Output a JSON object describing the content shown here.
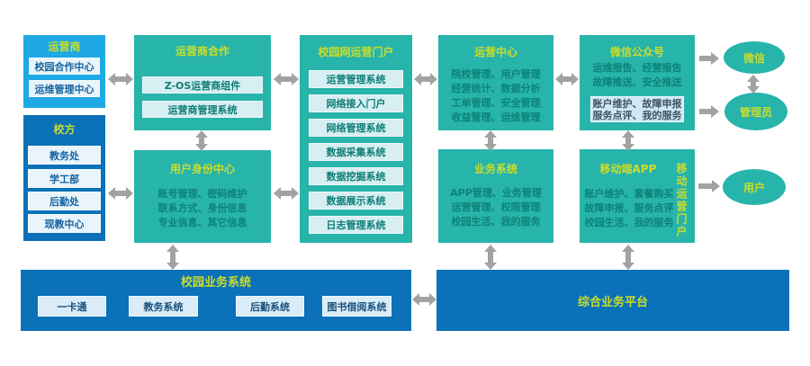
{
  "colors": {
    "teal": "#27b4ab",
    "sky_blue": "#1ea9e4",
    "dark_blue": "#0b71b8",
    "title_yellow": "#cbdd2b",
    "teal_body_text": "#0d8278",
    "arrow_gray": "#a2a2a2"
  },
  "nodes": {
    "operator": {
      "title": "运营商",
      "items": [
        "校园合作中心",
        "运维管理中心"
      ]
    },
    "school": {
      "title": "校方",
      "items": [
        "教务处",
        "学工部",
        "后勤处",
        "现教中心"
      ]
    },
    "operator_coop": {
      "title": "运营商合作",
      "items": [
        "Z-OS运营商组件",
        "运营商管理系统"
      ]
    },
    "user_identity": {
      "title": "用户身份中心",
      "lines": [
        "账号管理、密码维护",
        "联系方式、身份信息",
        "专业信息、其它信息"
      ]
    },
    "portal": {
      "title": "校园网运营门户",
      "items": [
        "运营管理系统",
        "网络接入门户",
        "网络管理系统",
        "数据采集系统",
        "数据挖掘系统",
        "数据展示系统",
        "日志管理系统"
      ]
    },
    "op_center": {
      "title": "运营中心",
      "lines": [
        "院校管理、用户管理",
        "经营统计、数据分析",
        "工单管理、安全管理",
        "收益管理、运维管理"
      ]
    },
    "wechat_pub": {
      "title": "微信公众号",
      "lines": [
        "运维报告、经营报告",
        "故障推送、安全推送"
      ],
      "panel_lines": [
        "账户维护、故障申报",
        "服务点评、我的服务"
      ]
    },
    "biz_system": {
      "title": "业务系统",
      "lines": [
        "APP管理、业务管理",
        "运营管理、权限管理",
        "校园生活、我的服务"
      ]
    },
    "mobile_app": {
      "title": "移动端APP",
      "lines": [
        "账户维护、套餐购买",
        "故障申报、服务点评",
        "校园生活、我的服务"
      ],
      "side_label": "移动运营门户"
    },
    "campus_biz": {
      "title": "校园业务系统",
      "items": [
        "一卡通",
        "教务系统",
        "后勤系统",
        "图书借阅系统"
      ]
    },
    "integrated_platform": {
      "title": "综合业务平台"
    },
    "actors": {
      "wechat": "微信",
      "admin": "管理员",
      "user": "用户"
    }
  }
}
